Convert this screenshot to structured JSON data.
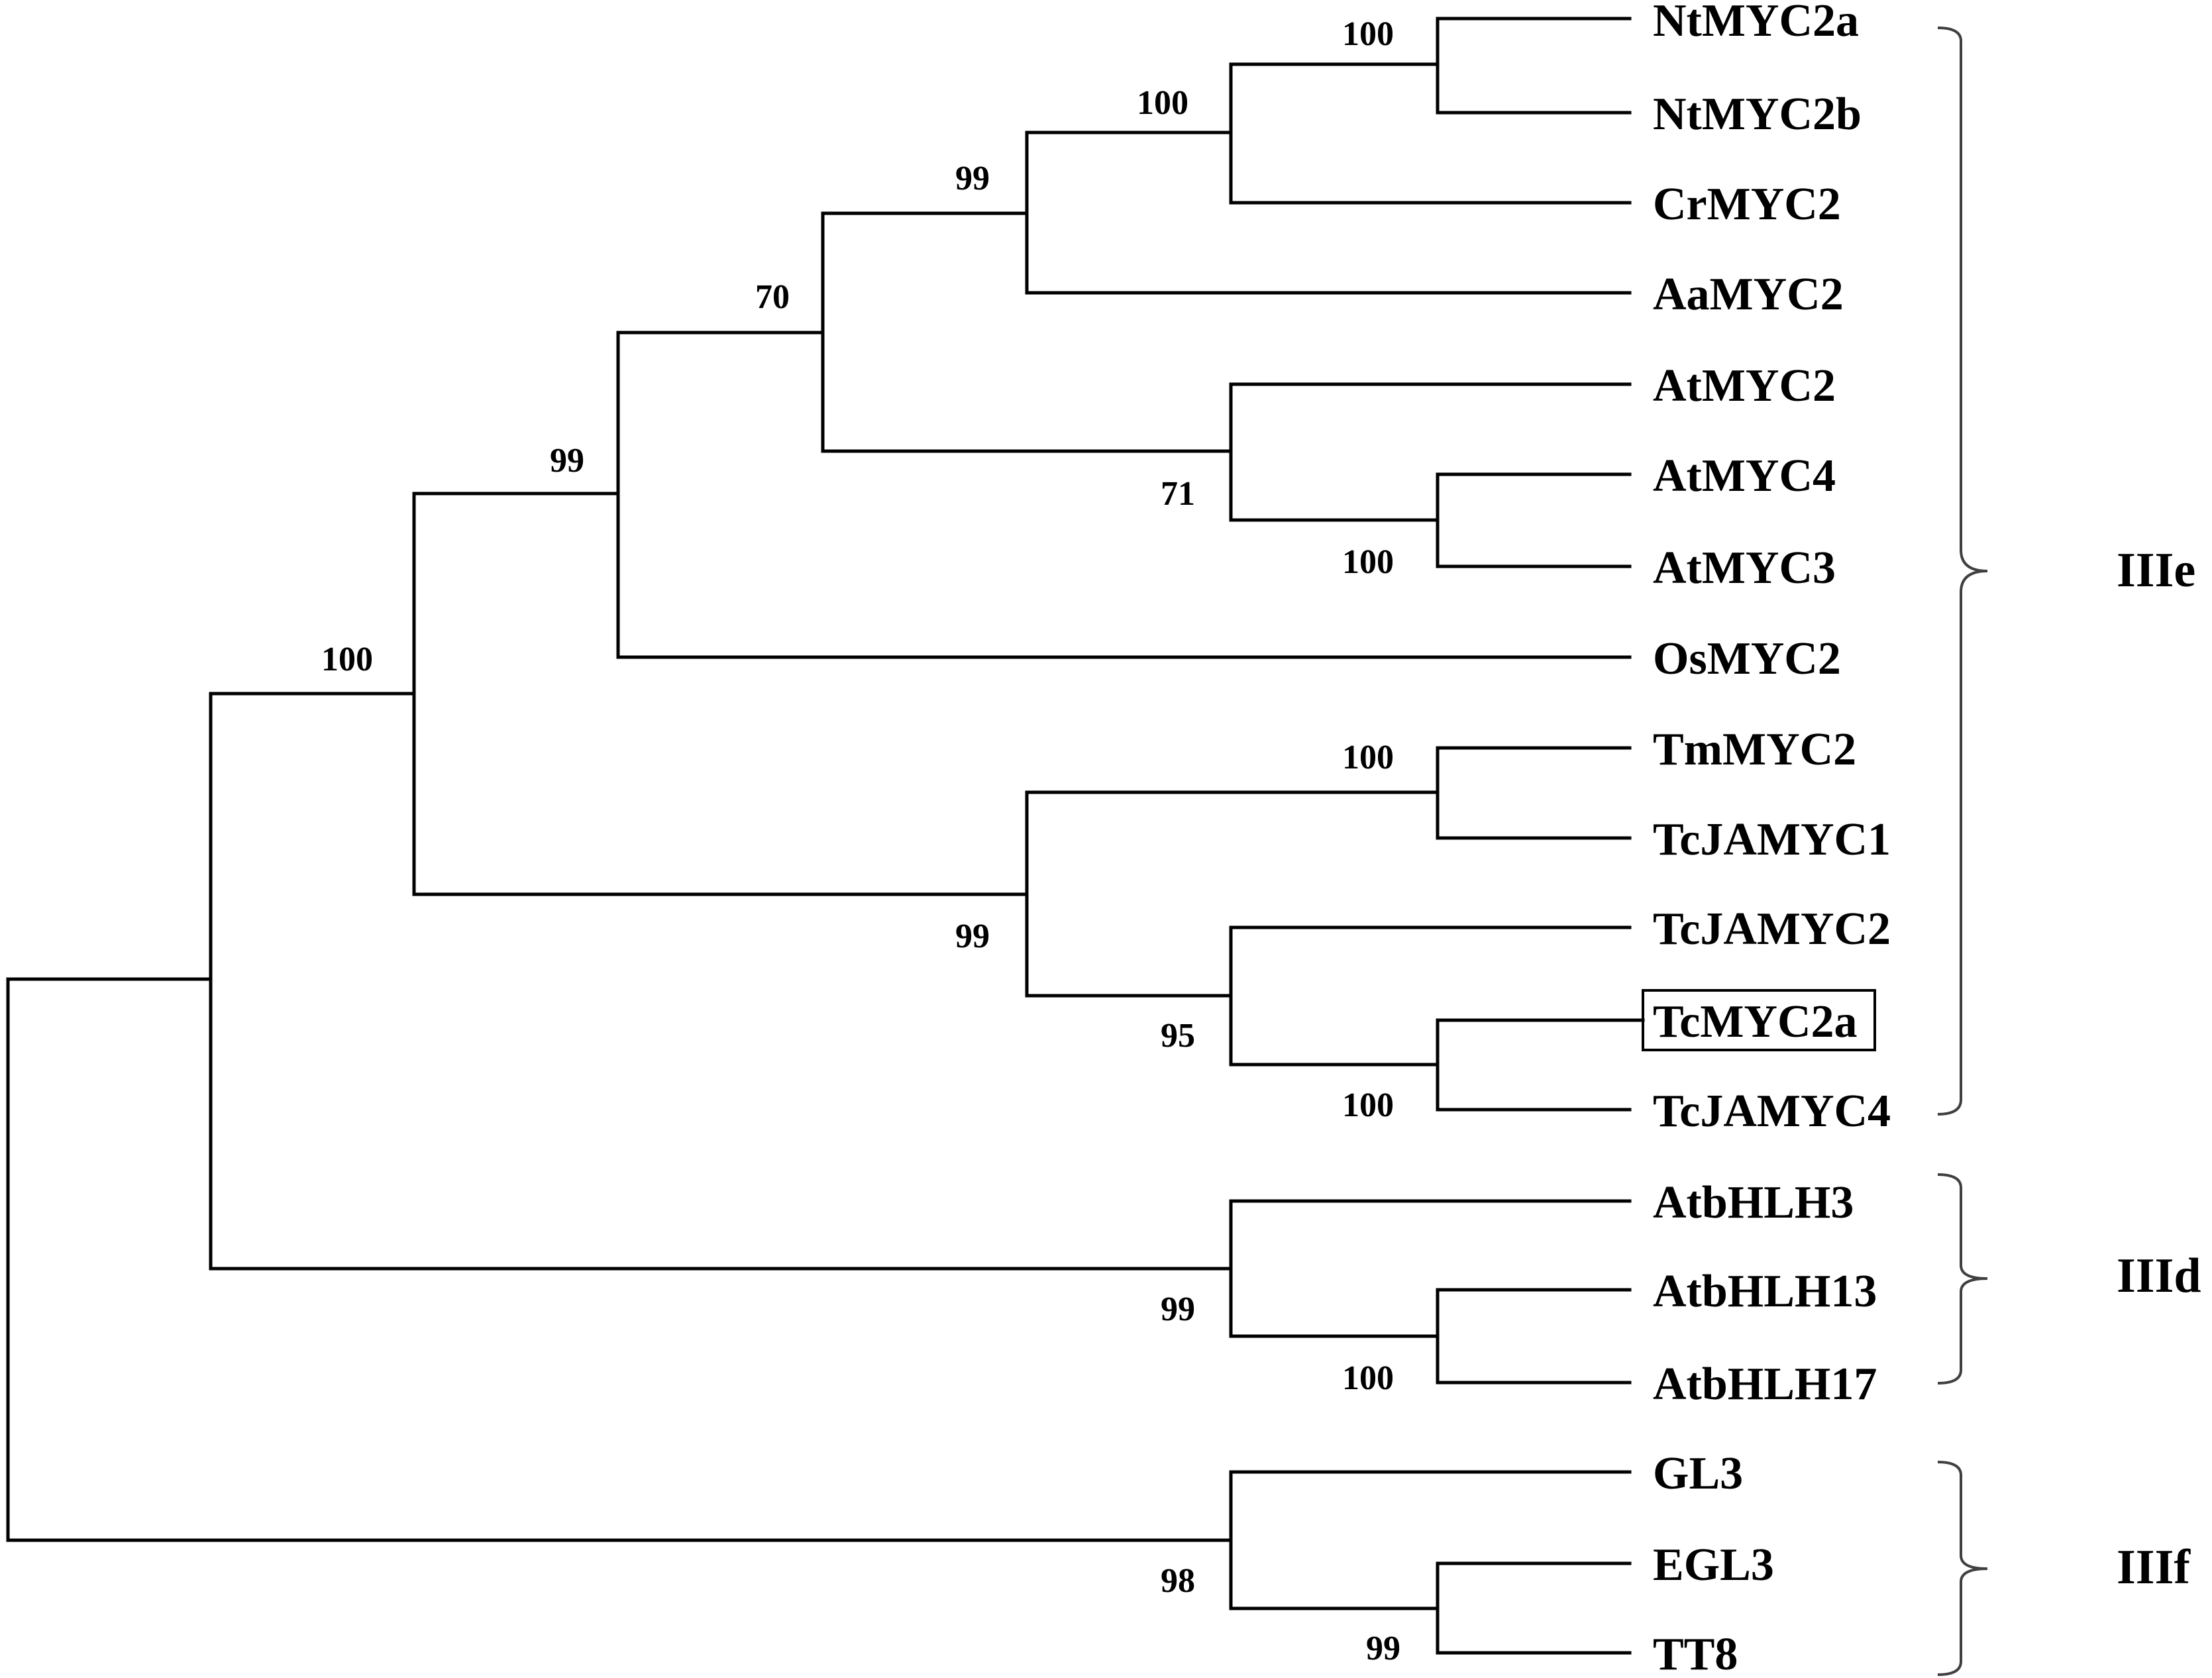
{
  "taxa": [
    "NtMYC2a",
    "NtMYC2b",
    "CrMYC2",
    "AaMYC2",
    "AtMYC2",
    "AtMYC4",
    "AtMYC3",
    "OsMYC2",
    "TmMYC2",
    "TcJAMYC1",
    "TcJAMYC2",
    "TcMYC2a",
    "TcJAMYC4",
    "AtbHLH3",
    "AtbHLH13",
    "AtbHLH17",
    "GL3",
    "EGL3",
    "TT8"
  ],
  "highlighted_taxon": "TcMYC2a",
  "bootstrap": {
    "ntmyc2a_ntmyc2b": "100",
    "nt_cr": "100",
    "nt_cr_aa": "99",
    "solanaceae_at": "70",
    "atmyc4_atmyc3": "100",
    "atmyc2_group": "71",
    "with_osmyc2": "99",
    "tmmyc2_tcjamyc1": "100",
    "tcmyc2a_tcjamyc4": "100",
    "tcjamyc2_group": "95",
    "taxus_group": "99",
    "IIIe": "100",
    "atbhlh13_atbhlh17": "100",
    "IIId": "99",
    "egl3_tt8": "99",
    "IIIf": "98"
  },
  "clades": [
    "IIIe",
    "IIId",
    "IIIf"
  ],
  "colors": {
    "line": "#000000",
    "bracket": "#404040",
    "background": "#ffffff"
  }
}
